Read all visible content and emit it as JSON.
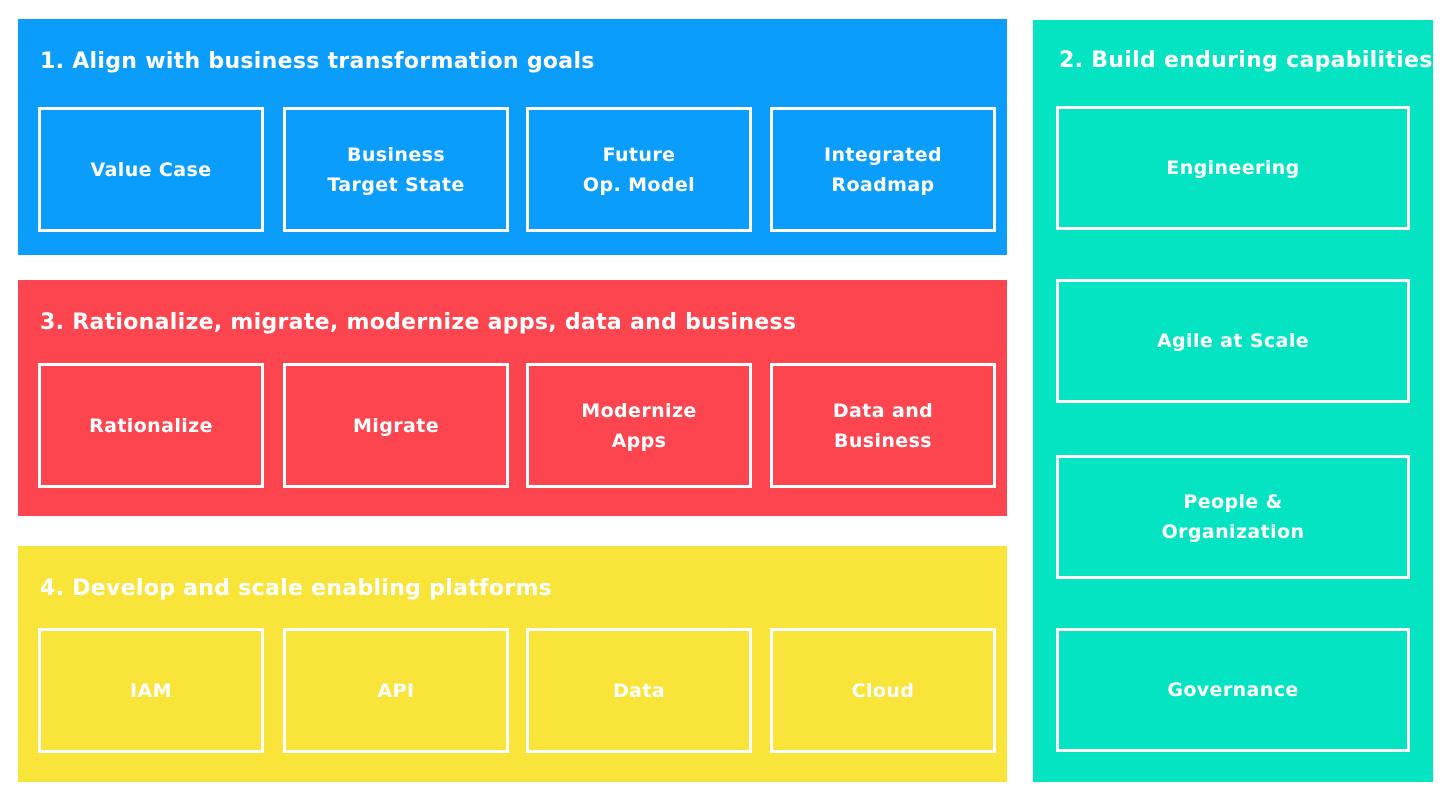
{
  "colors": {
    "align": "#0a9dfc",
    "rationalize": "#fd4550",
    "platforms": "#f9e43a",
    "capabilities": "#04e4c3",
    "card_border": "#ffffff",
    "text": "#ffffff"
  },
  "sections": {
    "align": {
      "title": "1. Align with business transformation goals",
      "cards": [
        "Value Case",
        "Business\nTarget State",
        "Future\nOp. Model",
        "Integrated\nRoadmap"
      ]
    },
    "capabilities": {
      "title": "2. Build enduring capabilities",
      "cards": [
        "Engineering",
        "Agile at Scale",
        "People &\nOrganization",
        "Governance"
      ]
    },
    "rationalize": {
      "title": "3. Rationalize, migrate, modernize apps, data and business",
      "cards": [
        "Rationalize",
        "Migrate",
        "Modernize\nApps",
        "Data and\nBusiness"
      ]
    },
    "platforms": {
      "title": "4. Develop and scale enabling platforms",
      "cards": [
        "IAM",
        "API",
        "Data",
        "Cloud"
      ]
    }
  }
}
